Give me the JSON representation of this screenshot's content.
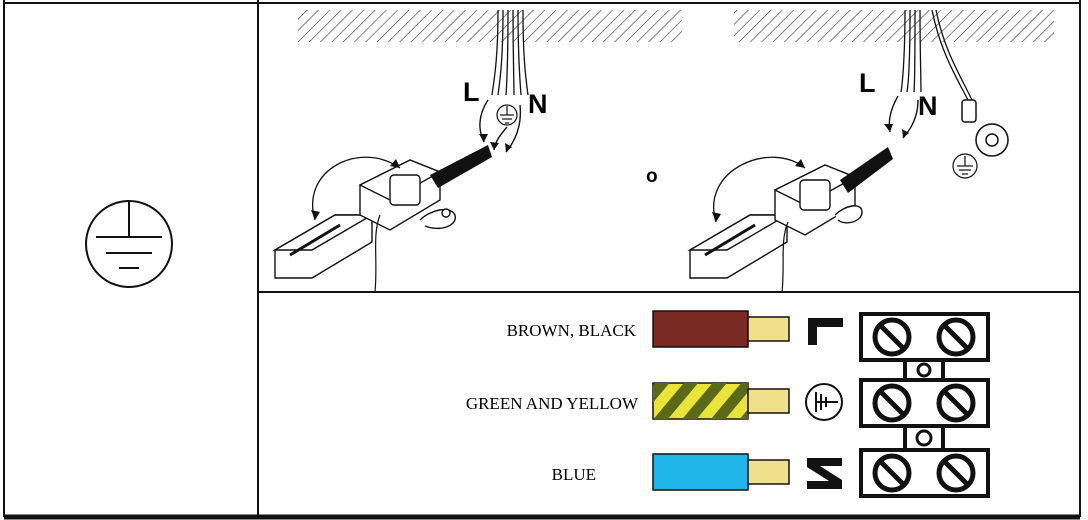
{
  "install": {
    "left": {
      "phase": "L",
      "neutral": "N"
    },
    "right": {
      "phase": "L",
      "neutral": "N"
    },
    "or_text": "o"
  },
  "wiring": {
    "rows": [
      {
        "label": "BROWN, BLACK",
        "wire_color": "#7a2a22",
        "terminal_symbol": "L"
      },
      {
        "label": "GREEN AND YELLOW",
        "wire_color": "#e9e43a",
        "stripe_color": "#5a6a1a",
        "terminal_symbol": "earth-icon"
      },
      {
        "label": "BLUE",
        "wire_color": "#1fb5e8",
        "terminal_symbol": "N"
      }
    ],
    "tip_color": "#f0e08a"
  },
  "icons": {
    "main": "protective-earth-icon"
  }
}
